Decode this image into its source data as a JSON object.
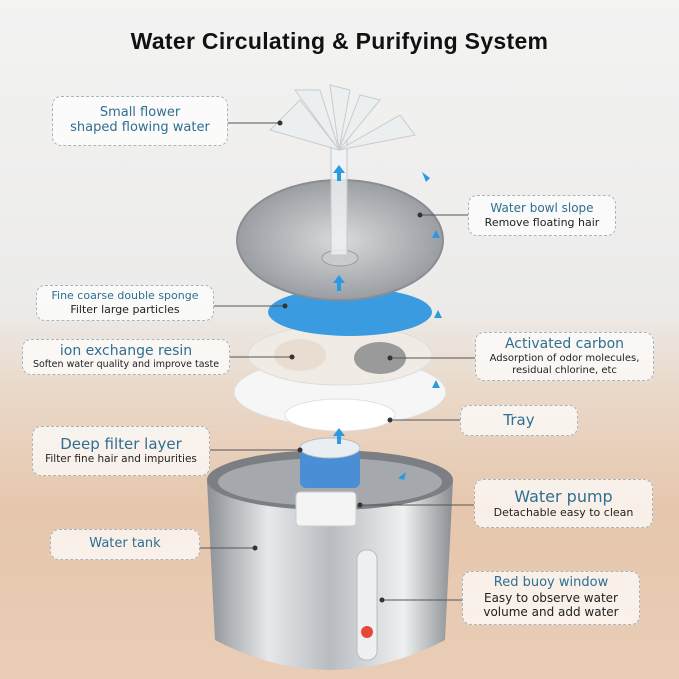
{
  "title": "Water Circulating & Purifying System",
  "labels": {
    "flower": {
      "title_line1": "Small flower",
      "title_line2": "shaped flowing water"
    },
    "bowl": {
      "title": "Water bowl slope",
      "subtitle": "Remove floating hair"
    },
    "sponge": {
      "title": "Fine coarse double sponge",
      "subtitle": "Filter large particles"
    },
    "resin": {
      "title": "ion exchange resin",
      "subtitle": "Soften water quality and improve taste"
    },
    "carbon": {
      "title": "Activated carbon",
      "subtitle_line1": "Adsorption of odor molecules,",
      "subtitle_line2": "residual chlorine, etc"
    },
    "tray": {
      "title": "Tray"
    },
    "filter": {
      "title": "Deep filter layer",
      "subtitle": "Filter fine hair and impurities"
    },
    "pump": {
      "title": "Water pump",
      "subtitle": "Detachable easy to clean"
    },
    "tank": {
      "title": "Water tank"
    },
    "buoy": {
      "title": "Red buoy window",
      "subtitle_line1": "Easy to observe water",
      "subtitle_line2": "volume and add water"
    }
  },
  "colors": {
    "label_title": "#2f6f91",
    "arrow": "#2a9be0",
    "sponge": "#3a9be0",
    "buoy": "#e8473a"
  }
}
